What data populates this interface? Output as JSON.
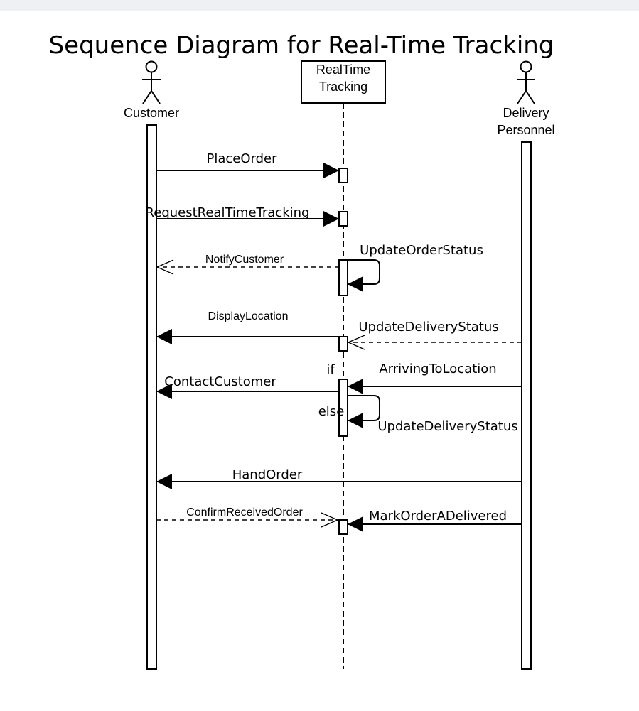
{
  "diagram": {
    "title": "Sequence Diagram for Real-Time Tracking",
    "participants": {
      "customer": "Customer",
      "tracking_line1": "RealTime",
      "tracking_line2": "Tracking",
      "delivery_line1": "Delivery",
      "delivery_line2": "Personnel"
    },
    "messages": {
      "place_order": "PlaceOrder",
      "request_tracking": "RequestRealTimeTracking",
      "update_order_status": "UpdateOrderStatus",
      "notify_customer": "NotifyCustomer",
      "display_location": "DisplayLocation",
      "update_delivery_status_1": "UpdateDeliveryStatus",
      "arriving_to_location": "ArrivingToLocation",
      "contact_customer": "ContactCustomer",
      "update_delivery_status_2": "UpdateDeliveryStatus",
      "hand_order": "HandOrder",
      "confirm_received_order": "ConfirmReceivedOrder",
      "mark_order_delivered": "MarkOrderADelivered"
    },
    "fragments": {
      "if": "if",
      "else": "else"
    }
  }
}
